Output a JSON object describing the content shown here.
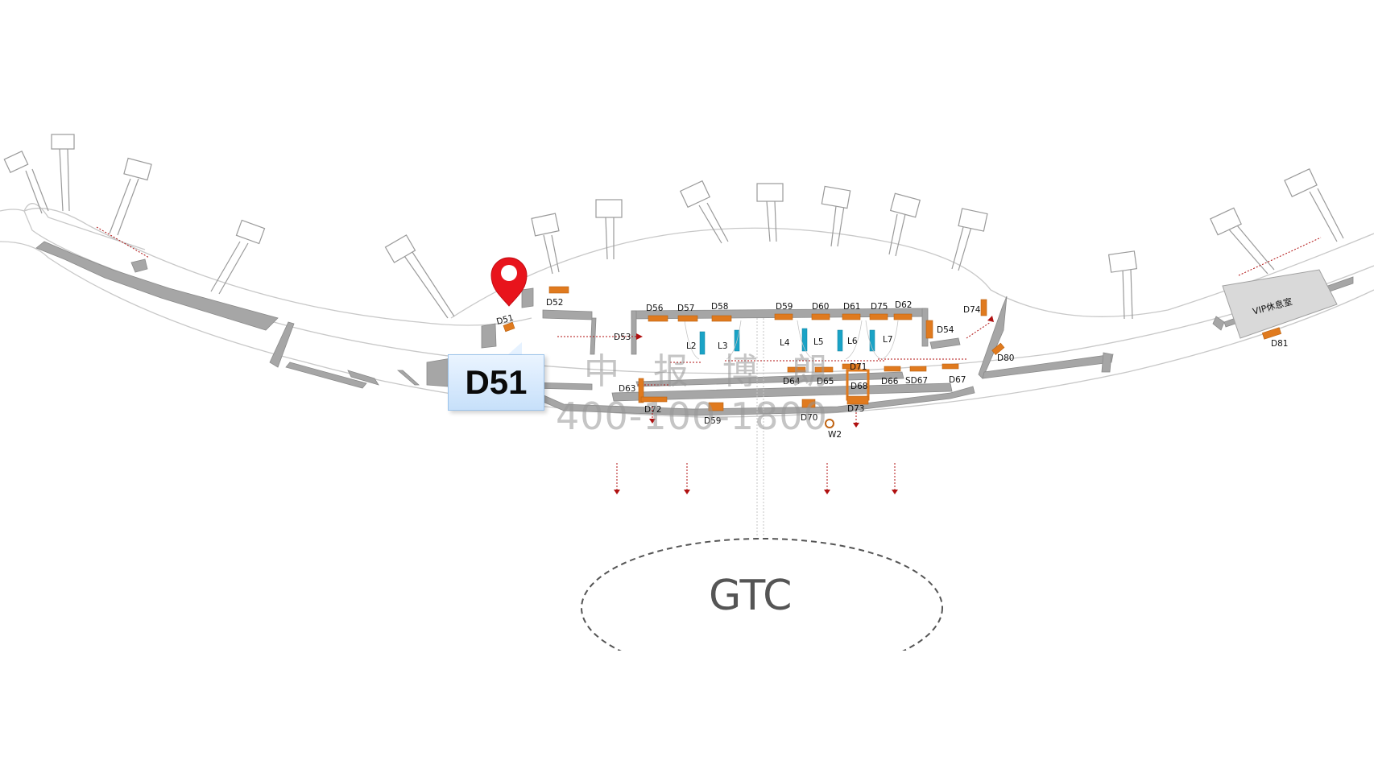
{
  "map": {
    "highlight_gate": "D51",
    "callout_label": "D51",
    "gtc_label": "GTC",
    "vip_label": "VIP休息室",
    "watermark_cn": "中 报 博 朗",
    "watermark_tel": "400-100-1800",
    "colors": {
      "gate": "#e07a1e",
      "wall": "#a6a6a6",
      "pin": "#e8141c",
      "lounge": "#d8d8d8",
      "cyan": "#1aa3c6"
    },
    "gates": [
      {
        "id": "g-d51",
        "label": "D51"
      },
      {
        "id": "g-d52",
        "label": "D52"
      },
      {
        "id": "g-d53",
        "label": "D53"
      },
      {
        "id": "g-d56",
        "label": "D56"
      },
      {
        "id": "g-d57",
        "label": "D57"
      },
      {
        "id": "g-d58",
        "label": "D58"
      },
      {
        "id": "g-d59a",
        "label": "D59"
      },
      {
        "id": "g-d60",
        "label": "D60"
      },
      {
        "id": "g-d61",
        "label": "D61"
      },
      {
        "id": "g-d75",
        "label": "D75"
      },
      {
        "id": "g-d62",
        "label": "D62"
      },
      {
        "id": "g-d74",
        "label": "D74"
      },
      {
        "id": "g-d54",
        "label": "D54"
      },
      {
        "id": "g-d80",
        "label": "D80"
      },
      {
        "id": "g-d81",
        "label": "D81"
      },
      {
        "id": "g-d71",
        "label": "D71"
      },
      {
        "id": "g-d64",
        "label": "D64"
      },
      {
        "id": "g-d65",
        "label": "D65"
      },
      {
        "id": "g-d68",
        "label": "D68"
      },
      {
        "id": "g-d66",
        "label": "D66"
      },
      {
        "id": "g-sd67",
        "label": "SD67"
      },
      {
        "id": "g-d67",
        "label": "D67"
      },
      {
        "id": "g-d63",
        "label": "D63"
      },
      {
        "id": "g-d72",
        "label": "D72"
      },
      {
        "id": "g-d59b",
        "label": "D59"
      },
      {
        "id": "g-d70",
        "label": "D70"
      },
      {
        "id": "g-d73",
        "label": "D73"
      },
      {
        "id": "g-w2",
        "label": "W2"
      }
    ],
    "lounges": [
      {
        "id": "l2",
        "label": "L2"
      },
      {
        "id": "l3",
        "label": "L3"
      },
      {
        "id": "l4",
        "label": "L4"
      },
      {
        "id": "l5",
        "label": "L5"
      },
      {
        "id": "l6",
        "label": "L6"
      },
      {
        "id": "l7",
        "label": "L7"
      }
    ]
  }
}
